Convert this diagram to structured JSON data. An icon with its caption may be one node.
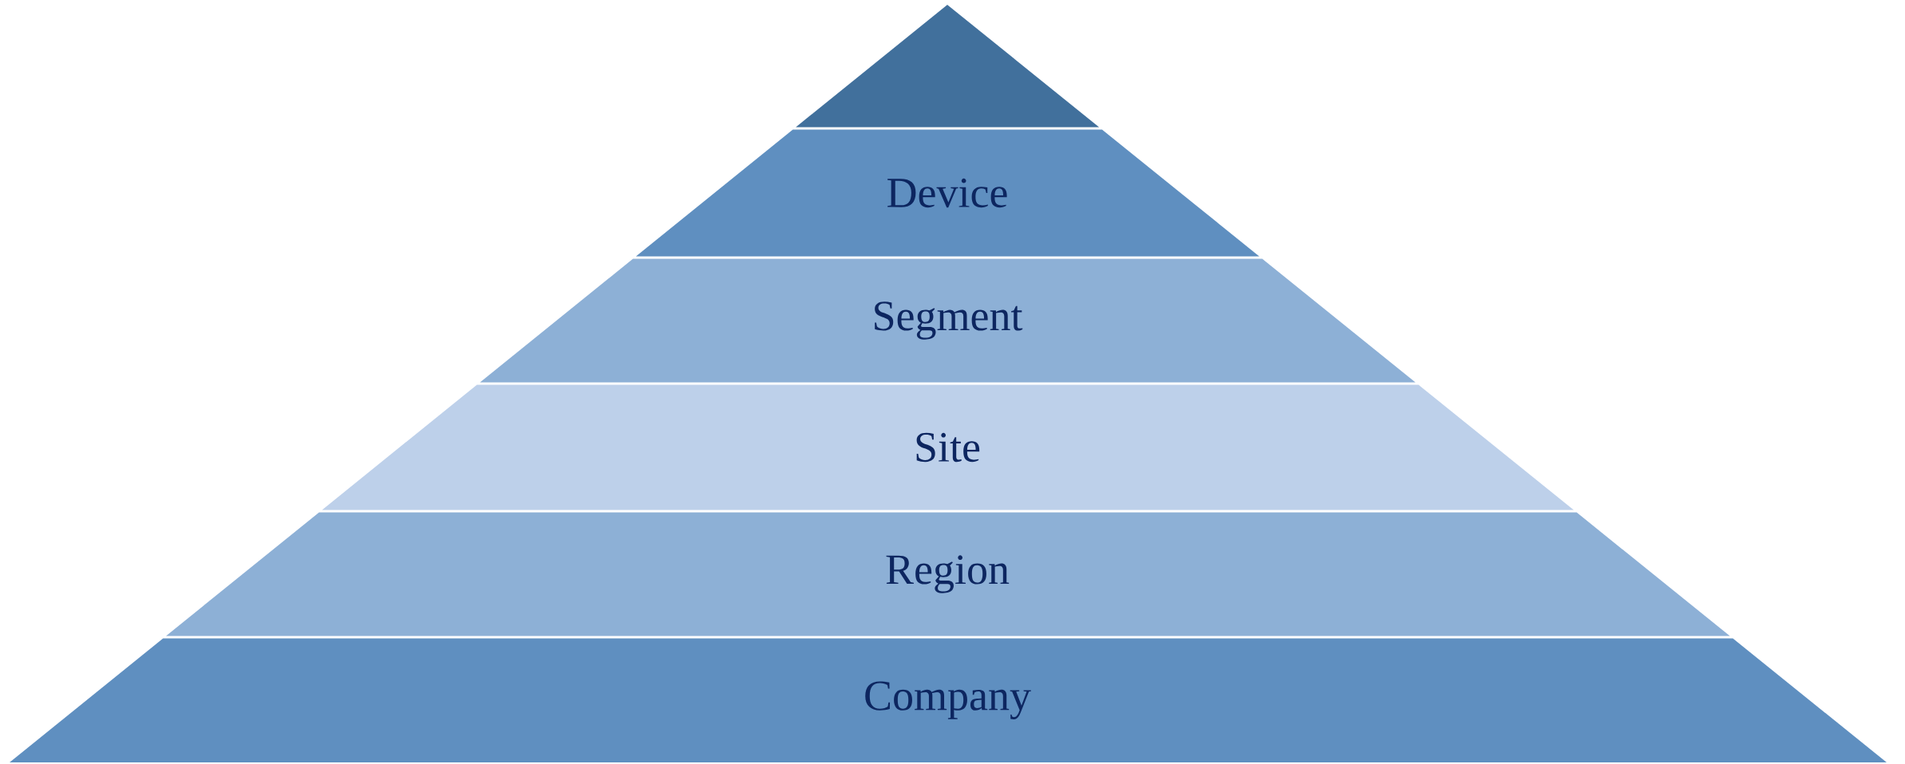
{
  "diagram": {
    "nodes": [
      {
        "text": [],
        "shape": "triangle"
      },
      {
        "text": [
          "Device"
        ]
      },
      {
        "text": [
          "Segment"
        ]
      },
      {
        "text": [
          "Site"
        ]
      },
      {
        "text": [
          "Region"
        ]
      },
      {
        "text": [
          "Company"
        ]
      }
    ]
  }
}
